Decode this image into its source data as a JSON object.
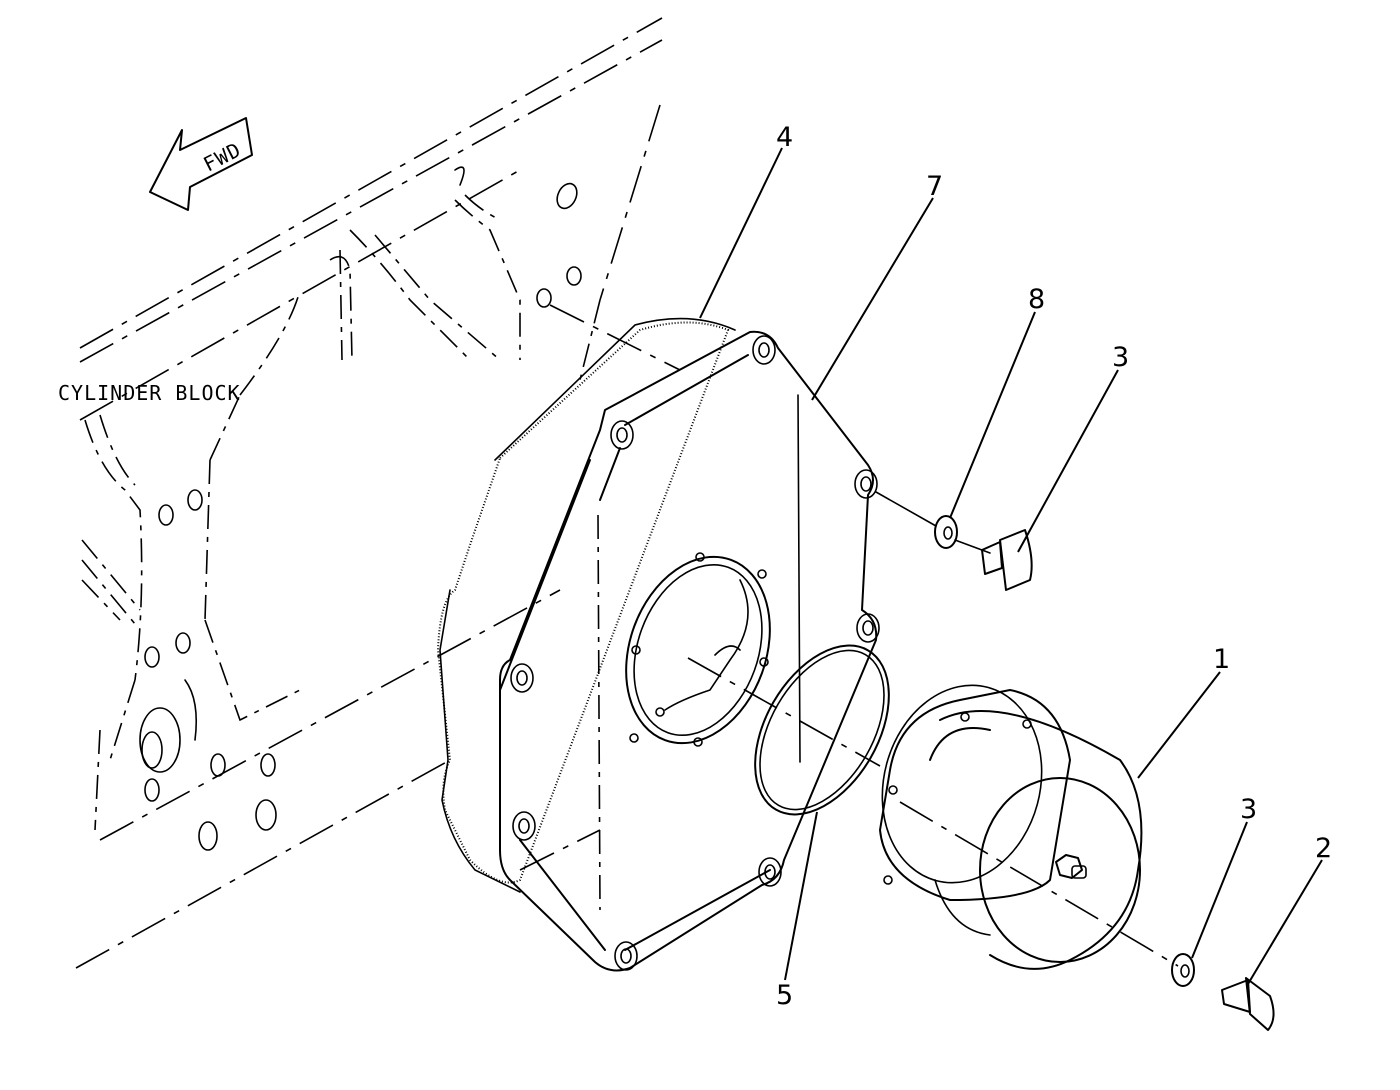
{
  "diagram": {
    "orientation_label": "FWD",
    "component_label": "CYLINDER BLOCK",
    "callouts": [
      {
        "id": "c4",
        "text": "4"
      },
      {
        "id": "c7",
        "text": "7"
      },
      {
        "id": "c8",
        "text": "8"
      },
      {
        "id": "c3a",
        "text": "3"
      },
      {
        "id": "c1",
        "text": "1"
      },
      {
        "id": "c3b",
        "text": "3"
      },
      {
        "id": "c2",
        "text": "2"
      },
      {
        "id": "c5",
        "text": "5"
      }
    ]
  }
}
